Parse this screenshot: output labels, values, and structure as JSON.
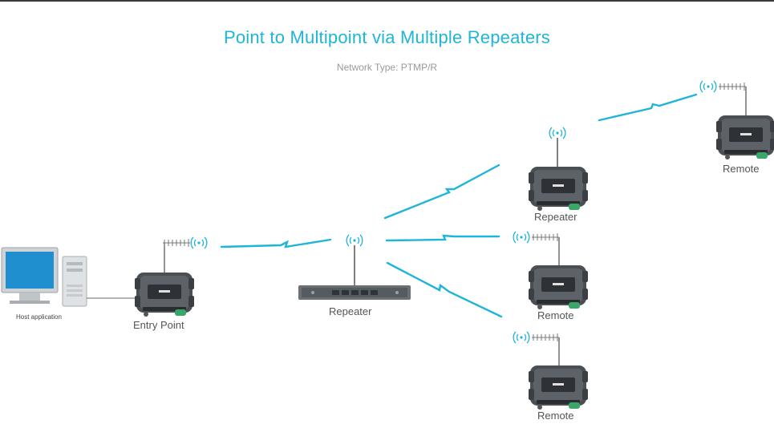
{
  "title": "Point to Multipoint via Multiple Repeaters",
  "subtitle": "Network Type: PTMP/R",
  "colors": {
    "accent": "#1fb5d8",
    "device_body": "#4a4f54",
    "device_dark": "#2e3236",
    "connector_green": "#3aa66a",
    "label_text": "#555555"
  },
  "nodes": {
    "host": {
      "label": "Host application",
      "icon": "desktop-computer-icon"
    },
    "entry_point": {
      "label": "Entry Point",
      "icon": "radio-modem-icon"
    },
    "repeater_rack": {
      "label": "Repeater",
      "icon": "rack-repeater-icon"
    },
    "repeater_top": {
      "label": "Repeater",
      "icon": "radio-modem-icon"
    },
    "remote_far": {
      "label": "Remote",
      "icon": "radio-modem-icon"
    },
    "remote_mid": {
      "label": "Remote",
      "icon": "radio-modem-icon"
    },
    "remote_bottom": {
      "label": "Remote",
      "icon": "radio-modem-icon"
    }
  }
}
